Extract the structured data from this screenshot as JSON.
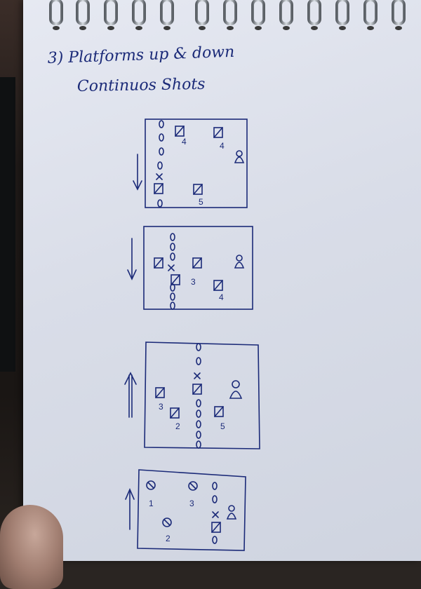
{
  "note": {
    "heading_line1": "3) Platforms up & down",
    "heading_line2": "Continuos Shots"
  },
  "diagrams": [
    {
      "direction": "down",
      "labels": [
        "4",
        "4",
        "5"
      ]
    },
    {
      "direction": "down",
      "labels": [
        "3",
        "4"
      ]
    },
    {
      "direction": "up",
      "labels": [
        "3",
        "2",
        "5"
      ]
    },
    {
      "direction": "up",
      "labels": [
        "1",
        "3",
        "2"
      ]
    }
  ],
  "colors": {
    "ink": "#1b2a78",
    "paper": "#dde1ea",
    "rings": "#9aa0a6"
  }
}
